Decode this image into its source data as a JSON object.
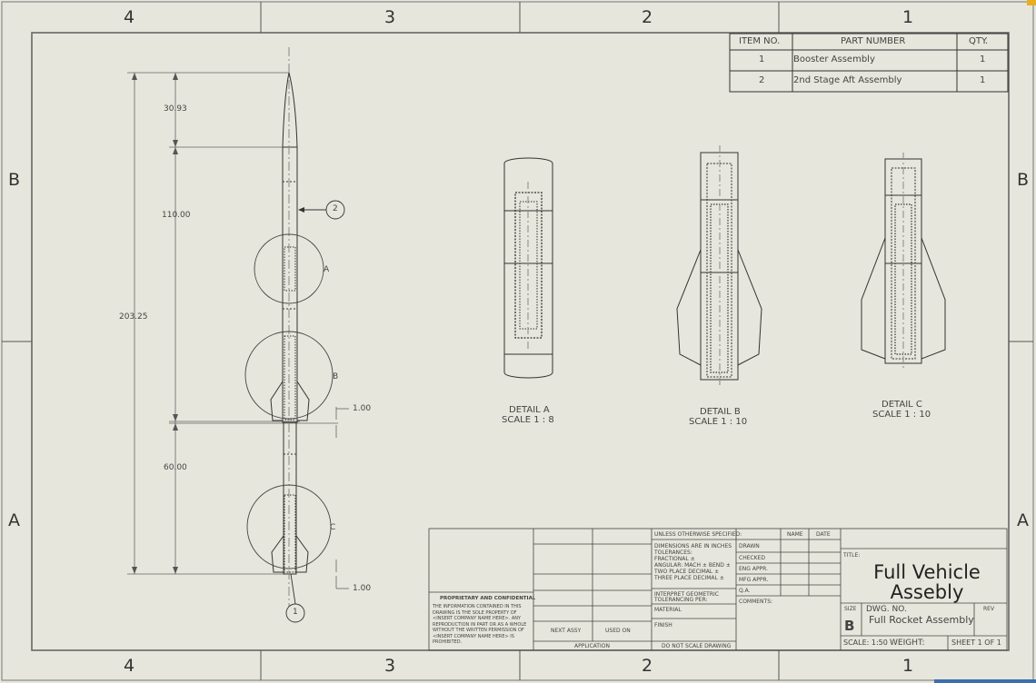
{
  "zones": {
    "top": [
      "4",
      "3",
      "2",
      "1"
    ],
    "bottom": [
      "4",
      "3",
      "2",
      "1"
    ],
    "left": [
      "B",
      "A"
    ],
    "right": [
      "B",
      "A"
    ]
  },
  "bom": {
    "headers": {
      "item": "ITEM NO.",
      "part": "PART NUMBER",
      "qty": "QTY."
    },
    "rows": [
      {
        "item": "1",
        "part": "Booster Assembly",
        "qty": "1"
      },
      {
        "item": "2",
        "part": "2nd Stage Aft Assembly",
        "qty": "1"
      }
    ]
  },
  "dims": {
    "d1": "30.93",
    "d2": "110.00",
    "overall": "203.25",
    "d3": "60.00",
    "d4": "1.00",
    "d5": "1.00"
  },
  "balloons": {
    "b2": "2",
    "b1": "1"
  },
  "detail_markers": {
    "a": "A",
    "b": "B",
    "c": "C"
  },
  "details": {
    "a": {
      "title": "DETAIL A",
      "scale": "SCALE 1 : 8"
    },
    "b": {
      "title": "DETAIL B",
      "scale": "SCALE 1 : 10"
    },
    "c": {
      "title": "DETAIL C",
      "scale": "SCALE 1 : 10"
    }
  },
  "title_block": {
    "proprietary_title": "PROPRIETARY AND CONFIDENTIAL",
    "proprietary_text": "THE INFORMATION CONTAINED IN THIS DRAWING IS THE SOLE PROPERTY OF <INSERT COMPANY NAME HERE>. ANY REPRODUCTION IN PART OR AS A WHOLE WITHOUT THE WRITTEN PERMISSION OF <INSERT COMPANY NAME HERE> IS PROHIBITED.",
    "next_assy": "NEXT ASSY",
    "used_on": "USED ON",
    "application": "APPLICATION",
    "unless": "UNLESS OTHERWISE SPECIFIED:",
    "dims_inches": "DIMENSIONS ARE IN INCHES",
    "tolerances": "TOLERANCES:",
    "fractional": "FRACTIONAL ±",
    "angular": "ANGULAR: MACH ±   BEND ±",
    "two_place": "TWO PLACE DECIMAL  ±",
    "three_place": "THREE PLACE DECIMAL  ±",
    "interpret": "INTERPRET GEOMETRIC",
    "tolerancing": "TOLERANCING PER:",
    "material": "MATERIAL",
    "finish": "FINISH",
    "do_not_scale": "DO NOT SCALE DRAWING",
    "name": "NAME",
    "date": "DATE",
    "drawn": "DRAWN",
    "checked": "CHECKED",
    "eng_appr": "ENG APPR.",
    "mfg_appr": "MFG APPR.",
    "qa": "Q.A.",
    "comments": "COMMENTS:",
    "title_label": "TITLE:",
    "title_line1": "Full Vehicle",
    "title_line2": "Assebly",
    "size_label": "SIZE",
    "size": "B",
    "dwg_no_label": "DWG.  NO.",
    "dwg_no": "Full Rocket Assembly",
    "rev_label": "REV",
    "scale": "SCALE: 1:50",
    "weight": "WEIGHT:",
    "sheet": "SHEET 1 OF 1"
  }
}
